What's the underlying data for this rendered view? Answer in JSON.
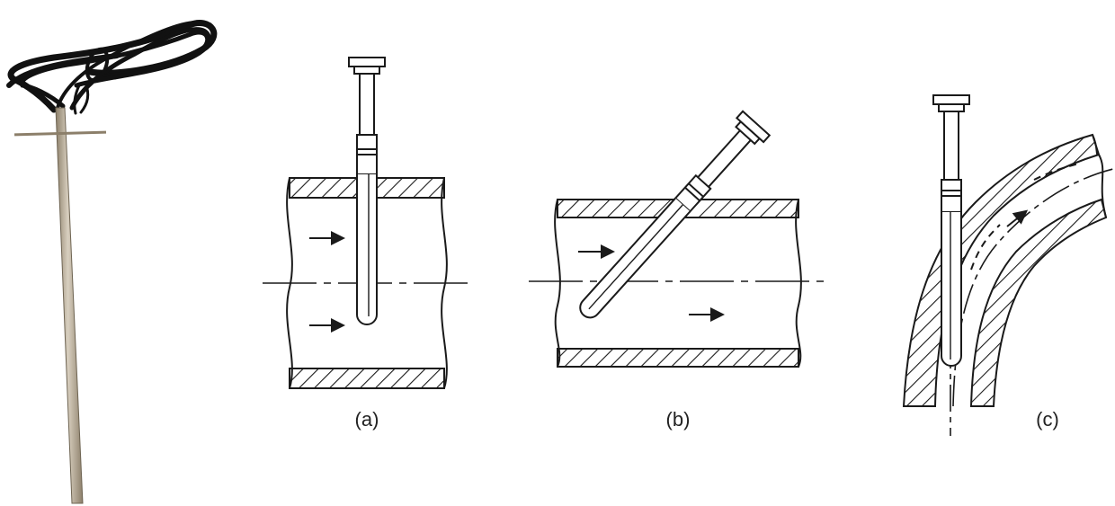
{
  "panels": [
    {
      "id": "a",
      "label": "(a)"
    },
    {
      "id": "b",
      "label": "(b)"
    },
    {
      "id": "c",
      "label": "(c)"
    }
  ],
  "colors": {
    "line": "#1a1a1a",
    "probe_metal": "#a89a82",
    "probe_highlight": "#d8cfbf",
    "cable": "#111111",
    "background": "#ffffff"
  },
  "icons": {
    "photo": "thermocouple-probe-photo",
    "flow": "flow-arrow-icon"
  }
}
